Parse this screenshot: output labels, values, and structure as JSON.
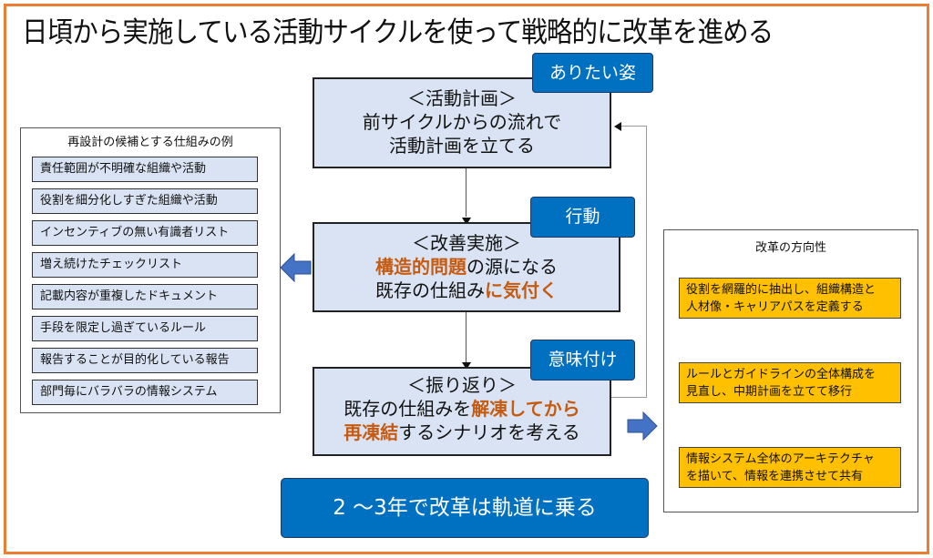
{
  "title": "日頃から実施している活動サイクルを使って戦略的に改革を進める",
  "colors": {
    "frame": "#ed7d31",
    "cycle_box_fill": "#dae3f3",
    "tag_fill": "#0070c0",
    "highlight_text": "#c55a11",
    "direction_fill": "#ffc000",
    "block_arrow": "#4472c4"
  },
  "cycle": {
    "plan": {
      "tag": "ありたい姿",
      "heading": "＜活動計画＞",
      "line1": "前サイクルからの流れで",
      "line2": "活動計画を立てる"
    },
    "do": {
      "tag": "行動",
      "heading": "＜改善実施＞",
      "line1_highlight": "構造的問題",
      "line1_rest": "の源になる",
      "line2_plain": "既存の仕組み",
      "line2_highlight": "に気付く"
    },
    "review": {
      "tag": "意味付け",
      "heading": "＜振り返り＞",
      "line1_plain": "既存の仕組みを",
      "line1_highlight": "解凍してから",
      "line2_highlight": "再凍結",
      "line2_rest": "するシナリオを考える"
    }
  },
  "examples_panel": {
    "title": "再設計の候補とする仕組みの例",
    "items": [
      "責任範囲が不明確な組織や活動",
      "役割を細分化しすぎた組織や活動",
      "インセンティブの無い有識者リスト",
      "増え続けたチェックリスト",
      "記載内容が重複したドキュメント",
      "手段を限定し過ぎているルール",
      "報告することが目的化している報告",
      "部門毎にバラバラの情報システム"
    ]
  },
  "direction_panel": {
    "title": "改革の方向性",
    "items": [
      {
        "line1": "役割を網羅的に抽出し、組織構造と",
        "line2": "人材像・キャリアパスを定義する"
      },
      {
        "line1": "ルールとガイドラインの全体構成を",
        "line2": "見直し、中期計画を立てて移行"
      },
      {
        "line1": "情報システム全体のアーキテクチャ",
        "line2": "を描いて、情報を連携させて共有"
      }
    ]
  },
  "result": "2 ～3年で改革は軌道に乗る"
}
